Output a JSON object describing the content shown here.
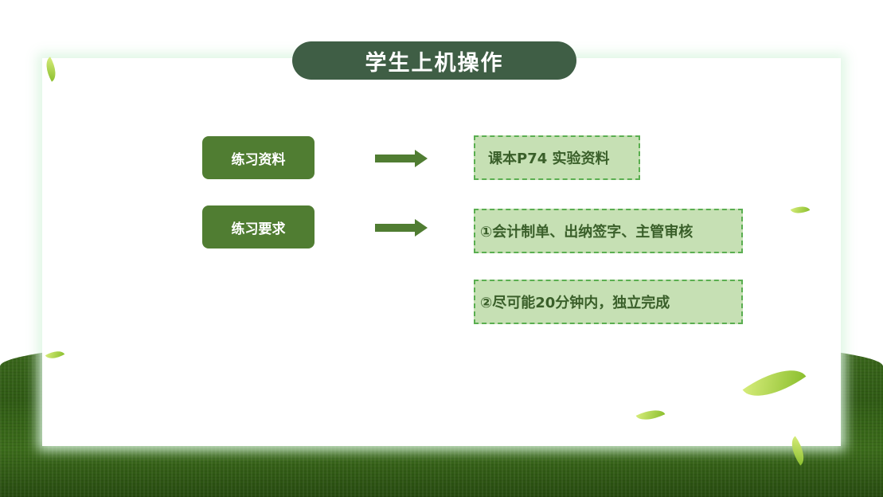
{
  "title": "学生上机操作",
  "rows": [
    {
      "label": "练习资料",
      "items": [
        "课本P74 实验资料"
      ]
    },
    {
      "label": "练习要求",
      "items": [
        "①会计制单、出纳签字、主管审核",
        "②尽可能20分钟内，独立完成"
      ]
    }
  ],
  "colors": {
    "title_bg": "#3f5e45",
    "label_bg": "#507d32",
    "box_bg": "#c6e0b4",
    "box_border": "#5aae50"
  }
}
